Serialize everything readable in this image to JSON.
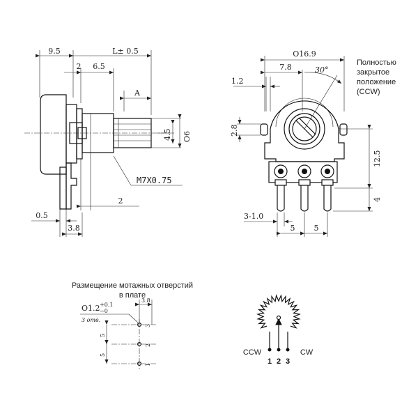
{
  "side_view": {
    "dim_9_5": "9.5",
    "dim_L": "L± 0.5",
    "dim_2_top": "2",
    "dim_6_5": "6.5",
    "dim_A": "A",
    "dim_4_5": "4.5",
    "dim_o6": "Ο6",
    "thread": "M7X0.75",
    "dim_2_bottom": "2",
    "dim_0_5": "0.5",
    "dim_3_8": "3.8"
  },
  "front_view": {
    "dim_o16_9": "Ο16.9",
    "dim_7_8": "7.8",
    "angle": "30°",
    "dim_1_2": "1.2",
    "dim_2_8": "2.8",
    "dim_12_5": "12.5",
    "dim_4": "4",
    "dim_3_1": "3-1.0",
    "dim_5_a": "5",
    "dim_5_b": "5",
    "note_lines": [
      "Полностью",
      "закрытое",
      "положение",
      "(CCW)"
    ]
  },
  "mounting": {
    "title_lines": [
      "Размещение мотажных отверстий",
      "в плате"
    ],
    "hole_dia": "Ο1.2",
    "hole_tol_plus": "+0.1",
    "hole_tol_minus": "−0",
    "hole_count": "3 отв.",
    "dim_3_8": "3.8",
    "dim_5_a": "5",
    "dim_5_b": "5",
    "pin_labels": [
      "3",
      "2",
      "1"
    ]
  },
  "schematic": {
    "ccw": "CCW",
    "cw": "CW",
    "pins": [
      "1",
      "2",
      "3"
    ]
  }
}
